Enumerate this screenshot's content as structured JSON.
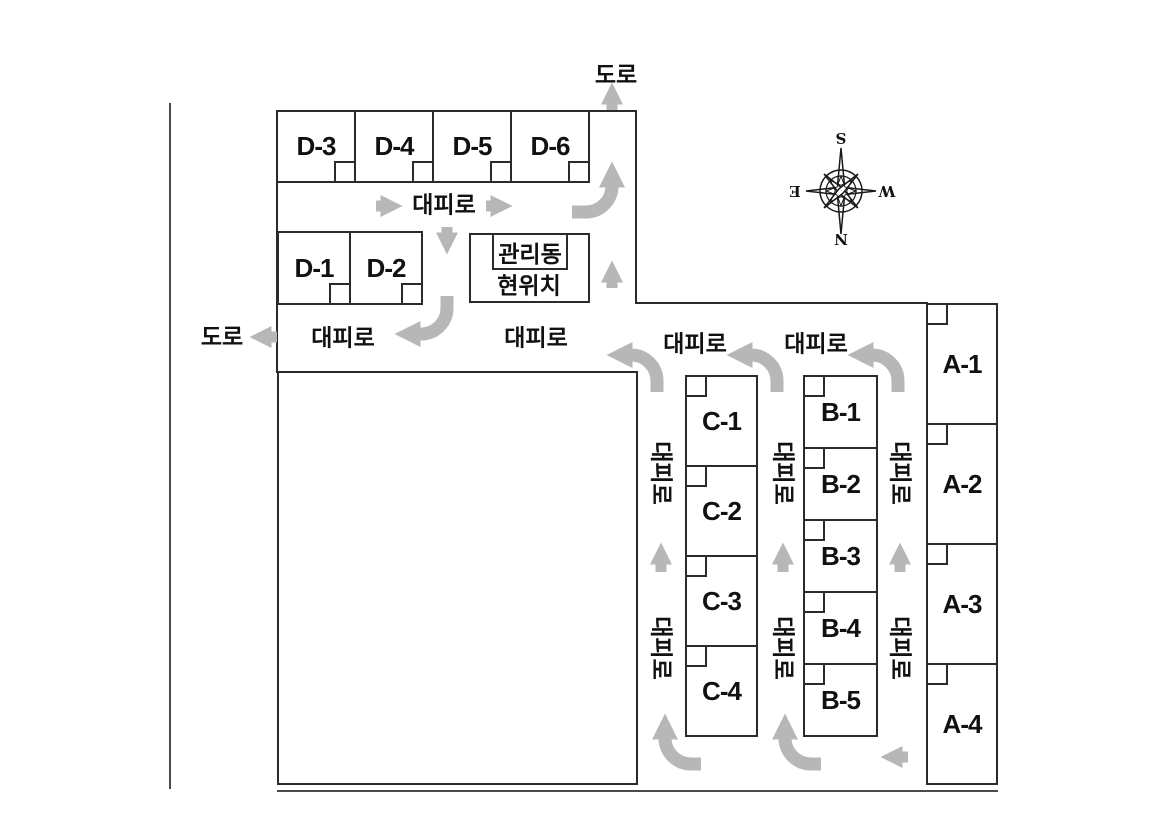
{
  "labels": {
    "road": "도로",
    "evacuation_route": "대피로",
    "management_building": "관리동",
    "current_location": "현위치"
  },
  "buildings": {
    "A": [
      "A-1",
      "A-2",
      "A-3",
      "A-4"
    ],
    "B": [
      "B-1",
      "B-2",
      "B-3",
      "B-4",
      "B-5"
    ],
    "C": [
      "C-1",
      "C-2",
      "C-3",
      "C-4"
    ],
    "D": [
      "D-1",
      "D-2",
      "D-3",
      "D-4",
      "D-5",
      "D-6"
    ]
  },
  "compass": {
    "north": "N",
    "south": "S",
    "east": "E",
    "west": "W"
  },
  "colors": {
    "arrow": "#b7b7b7",
    "line": "#2b2b2b",
    "background": "#ffffff",
    "text": "#111111"
  },
  "icons": {
    "arrow-up": "gray block arrow",
    "arrow-down": "gray block arrow",
    "arrow-left": "gray block arrow",
    "arrow-right": "gray block arrow",
    "arrow-curved": "gray quarter-turn block arrow",
    "compass-rose": "8-point rose rotated 180deg (S top, N bottom)",
    "door-square": "small square door notch on building"
  }
}
